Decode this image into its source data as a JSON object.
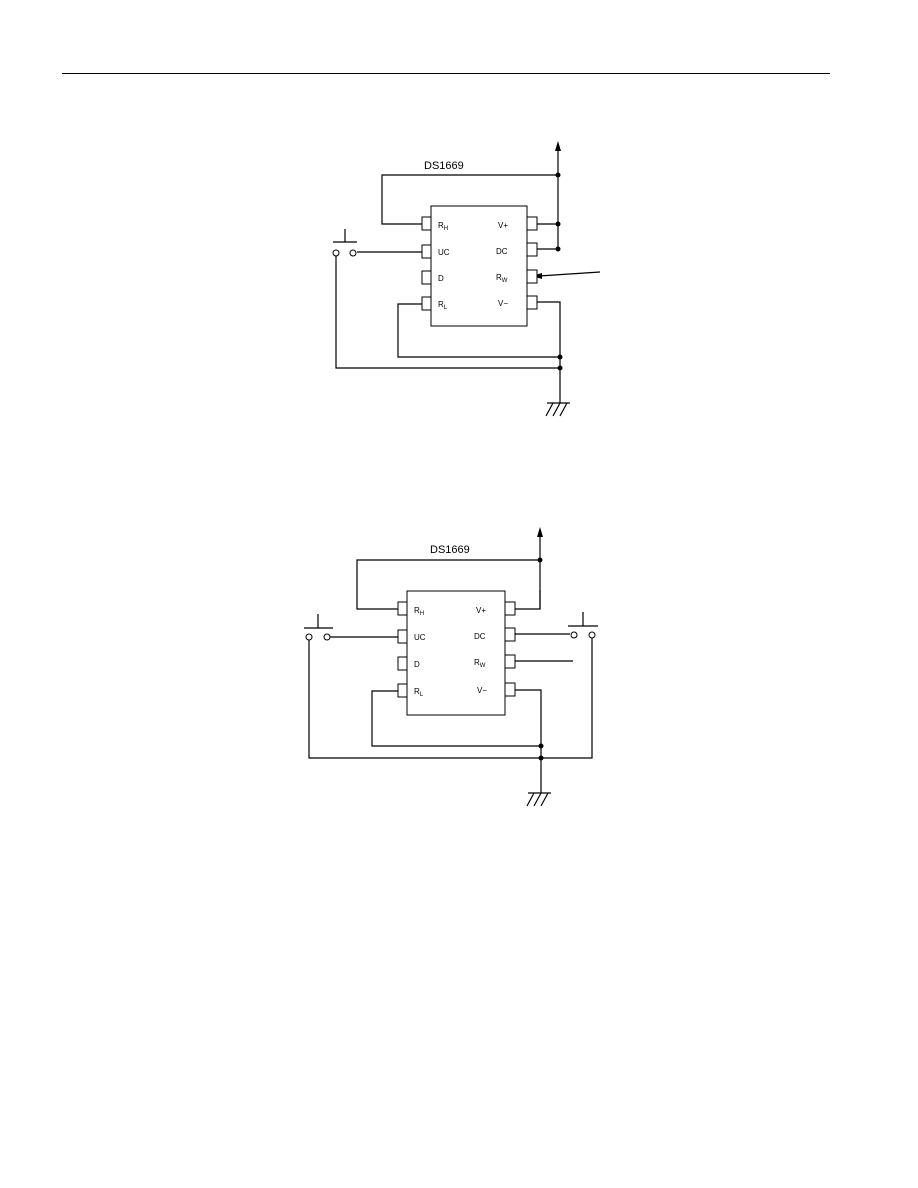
{
  "diagram1": {
    "chip_label": "DS1669",
    "pins_left": [
      {
        "main": "R",
        "sub": "H"
      },
      {
        "main": "UC",
        "sub": ""
      },
      {
        "main": "D",
        "sub": ""
      },
      {
        "main": "R",
        "sub": "L"
      }
    ],
    "pins_right": [
      {
        "main": "V+",
        "sub": ""
      },
      {
        "main": "DC",
        "sub": ""
      },
      {
        "main": "R",
        "sub": "W"
      },
      {
        "main": "V−",
        "sub": ""
      }
    ]
  },
  "diagram2": {
    "chip_label": "DS1669",
    "pins_left": [
      {
        "main": "R",
        "sub": "H"
      },
      {
        "main": "UC",
        "sub": ""
      },
      {
        "main": "D",
        "sub": ""
      },
      {
        "main": "R",
        "sub": "L"
      }
    ],
    "pins_right": [
      {
        "main": "V+",
        "sub": ""
      },
      {
        "main": "DC",
        "sub": ""
      },
      {
        "main": "R",
        "sub": "W"
      },
      {
        "main": "V−",
        "sub": ""
      }
    ]
  }
}
